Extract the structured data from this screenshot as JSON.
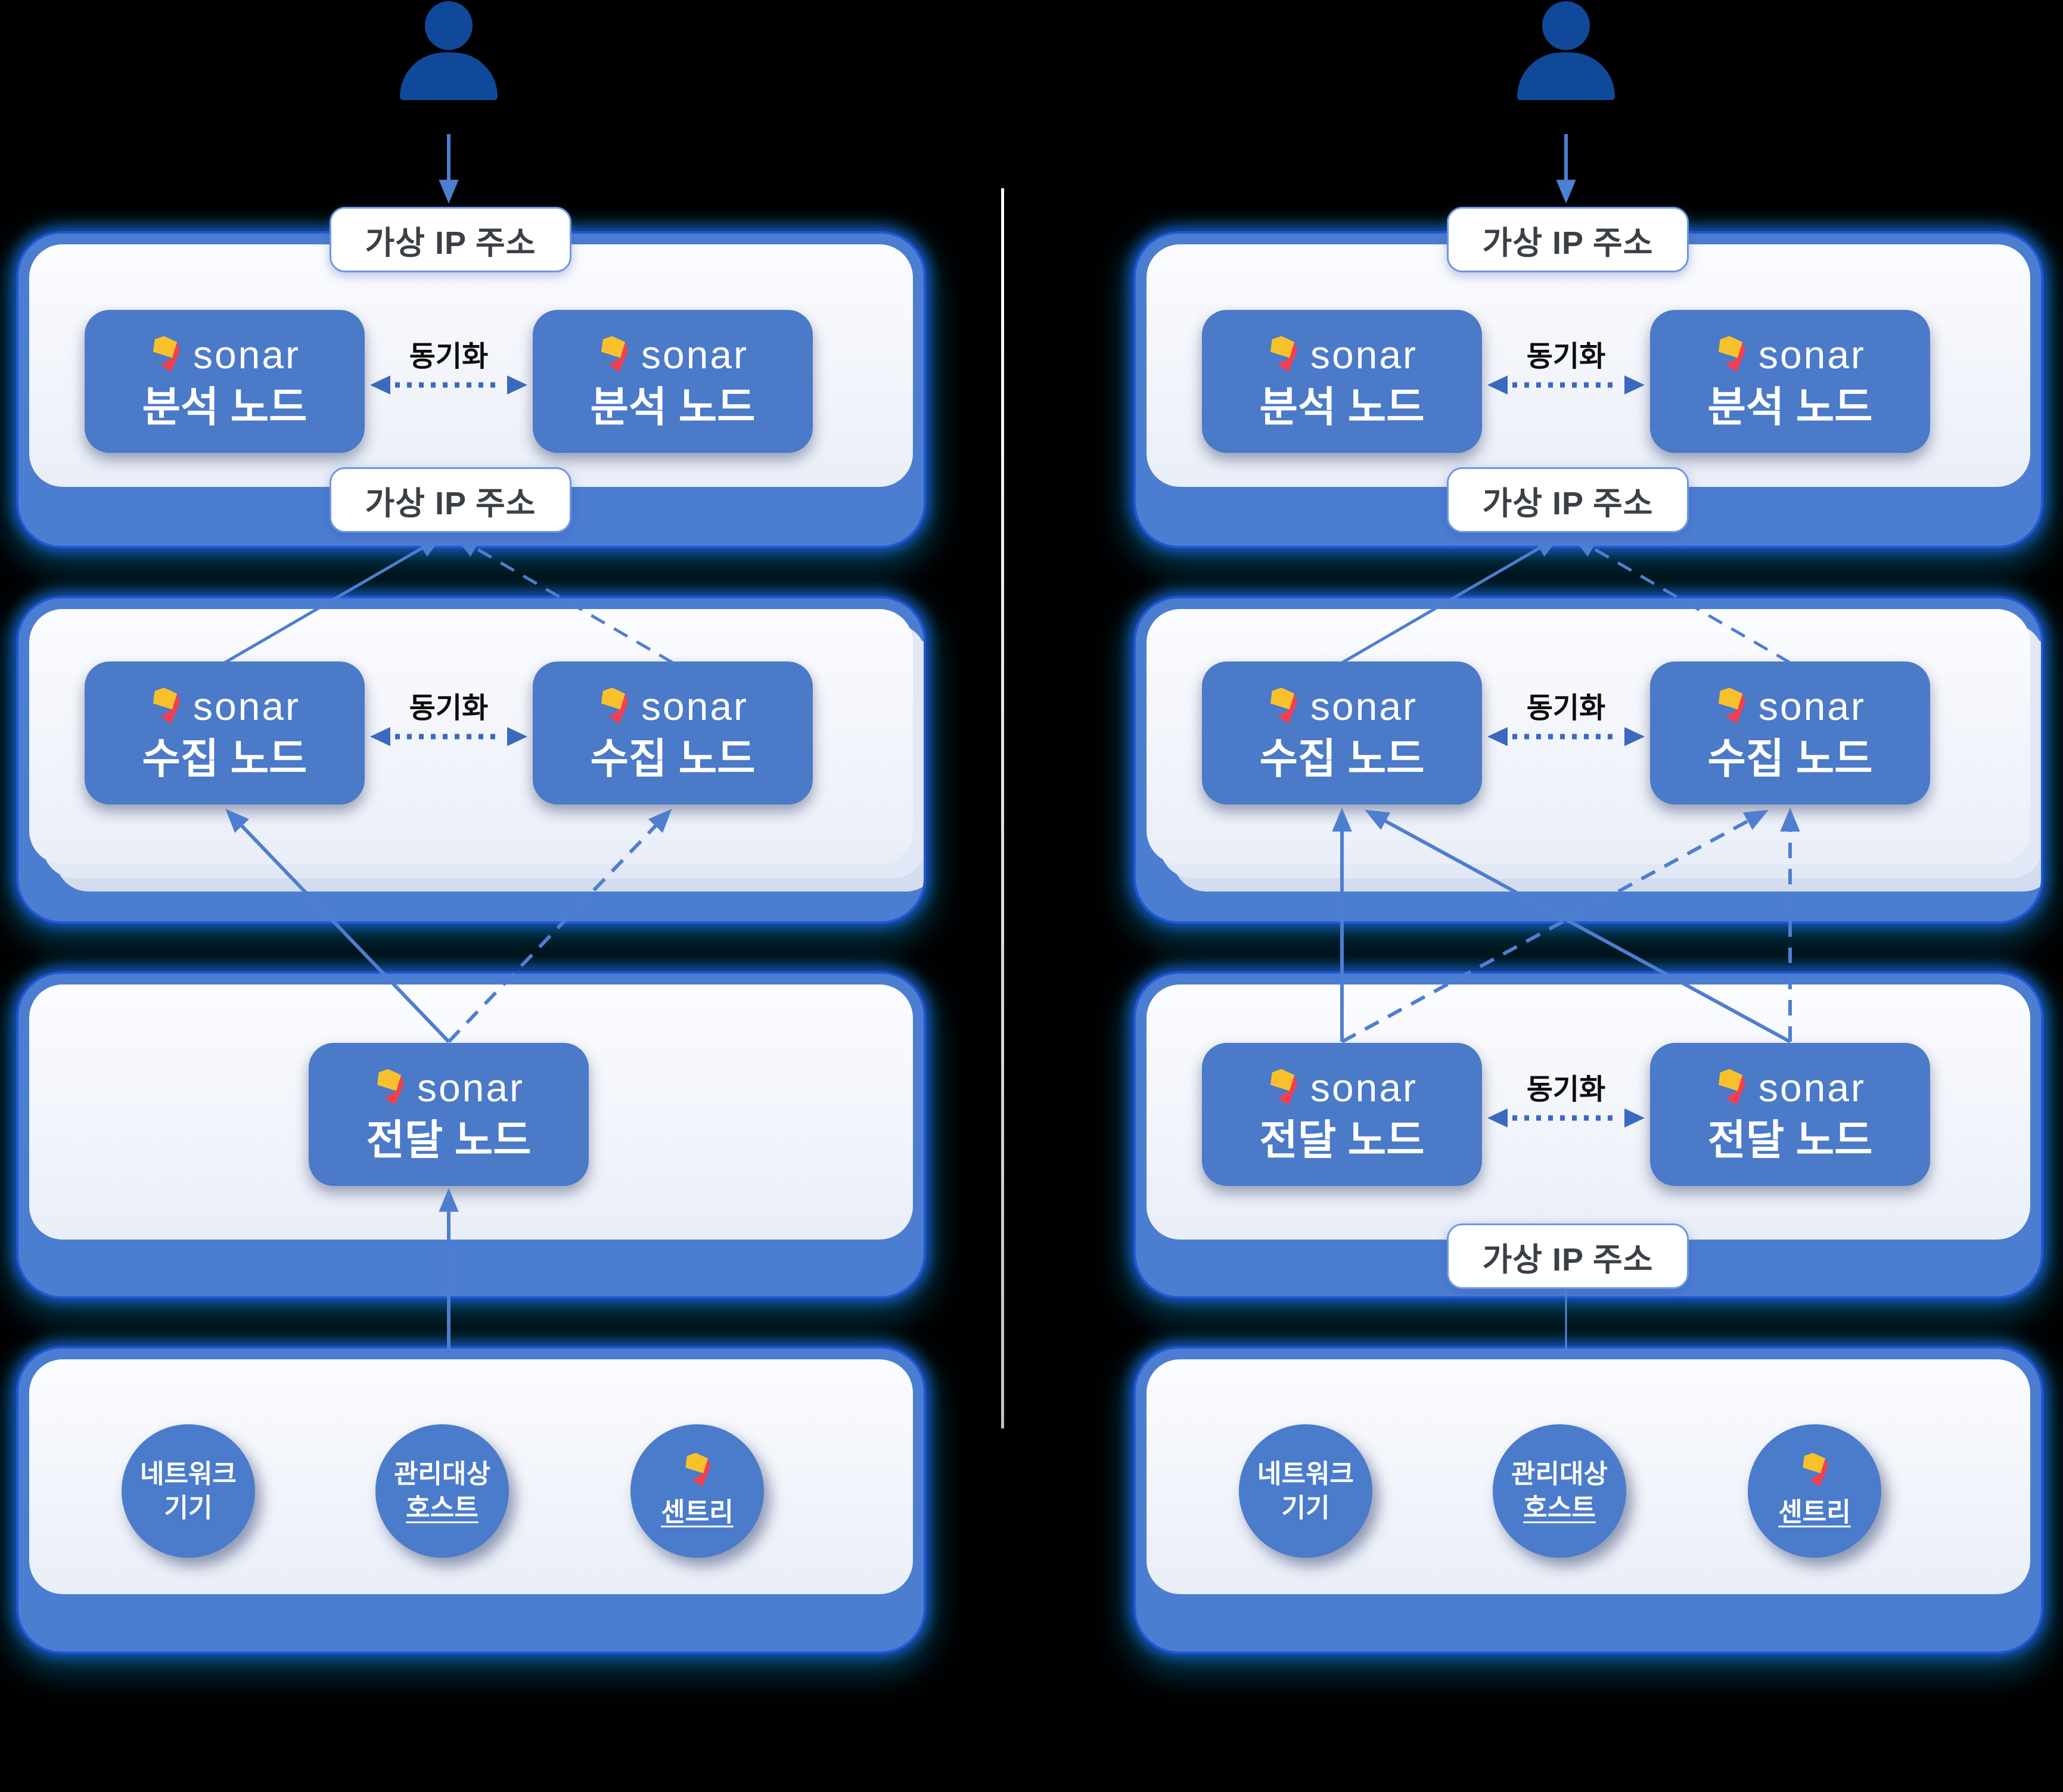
{
  "labels": {
    "virtual_ip": "가상 IP 주소",
    "sync": "동기화",
    "brand": "sonar",
    "analysis_node": "분석 노드",
    "collect_node": "수집 노드",
    "forward_node": "전달 노드",
    "network_device_line1": "네트워크",
    "network_device_line2": "기기",
    "managed_host_line1": "관리대상",
    "managed_host_line2": "호스트",
    "sentry": "센트리"
  },
  "icons": {
    "user": "user-icon",
    "sonar_gem": "sonar-gem-icon"
  },
  "colors": {
    "background": "#000000",
    "frame_blue": "#4b7dd1",
    "node_blue": "#4a7ac8",
    "circle_blue": "#4a7ccb",
    "panel_white": "#f0f3fa",
    "user_navy": "#10499a",
    "arrow_blue": "#4e7ecf",
    "sync_arrow_blue": "#3a69c0",
    "glow_cyan": "#00cfff",
    "glow_blue": "#2563ff",
    "label_text": "#3b3f46",
    "gem_yellow": "#f8c12c",
    "gem_orange": "#f4722b",
    "gem_red": "#f43f4f"
  }
}
